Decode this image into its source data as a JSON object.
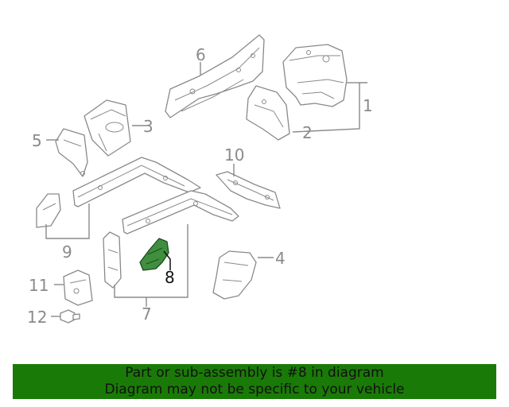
{
  "callouts": {
    "c1": "1",
    "c2": "2",
    "c3": "3",
    "c4": "4",
    "c5": "5",
    "c6": "6",
    "c7": "7",
    "c8": "8",
    "c9": "9",
    "c10": "10",
    "c11": "11",
    "c12": "12"
  },
  "highlighted_part": "8",
  "colors": {
    "banner_bg": "#1a7a07",
    "highlight_fill": "#3f8f3f",
    "line_art": "#8a8a8a"
  },
  "banner": {
    "line1": "Part or sub-assembly is #8 in diagram",
    "line2": "Diagram may not be specific to your vehicle"
  }
}
